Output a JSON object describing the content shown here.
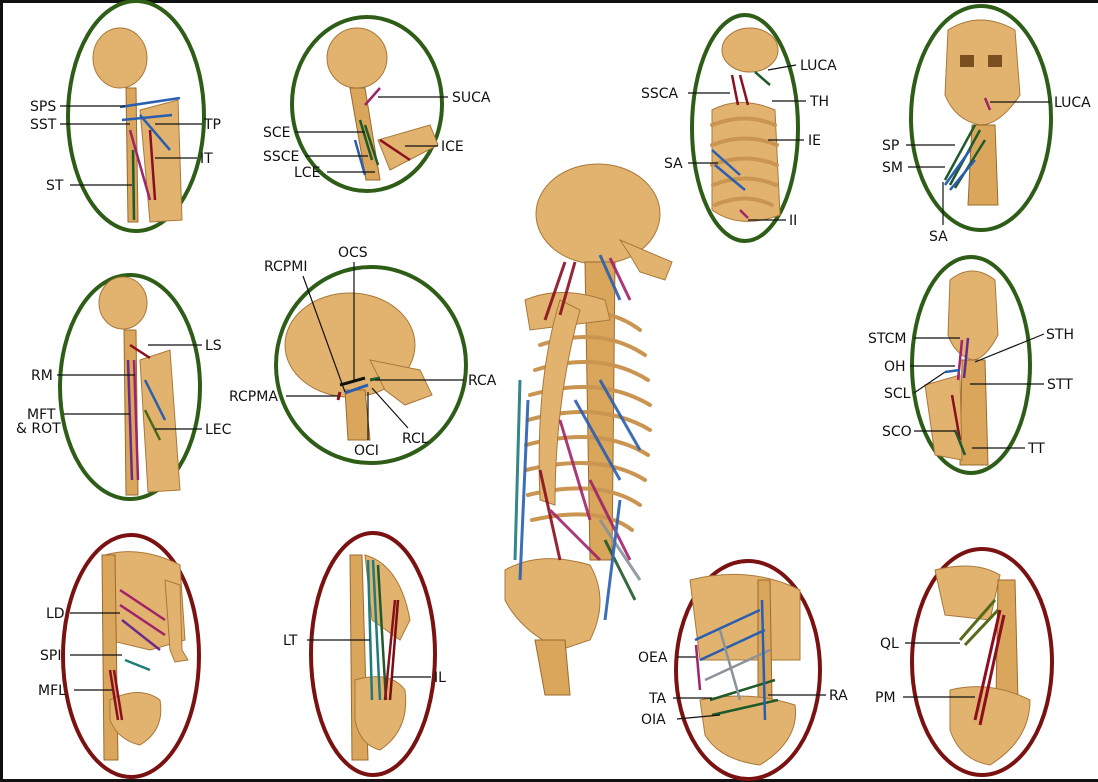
{
  "colors": {
    "panel_green": "#2e5d17",
    "panel_red": "#7a1212",
    "bone": "#e2b36f",
    "muscle_blue": "#2a5fb0",
    "muscle_magenta": "#a0246a",
    "muscle_red": "#8b0f1f",
    "muscle_green": "#1f5a2a",
    "muscle_teal": "#1f7a7a",
    "muscle_gray": "#8a929a",
    "muscle_purple": "#6a2a8a"
  },
  "panels": {
    "back_neck": {
      "labels": [
        "SPS",
        "SST",
        "TP",
        "IT",
        "ST"
      ]
    },
    "cervical_side": {
      "labels": [
        "SUCA",
        "SCE",
        "SSCE",
        "ICE",
        "LCE"
      ]
    },
    "thorax_side": {
      "labels": [
        "LUCA",
        "SSCA",
        "TH",
        "IE",
        "SA",
        "II"
      ]
    },
    "front_neck": {
      "labels": [
        "LUCA",
        "SP",
        "SM",
        "SA"
      ]
    },
    "spine_back": {
      "labels": [
        "LS",
        "RM",
        "MFT",
        "& ROT",
        "LEC"
      ]
    },
    "suboccipital": {
      "labels": [
        "OCS",
        "RCPMI",
        "RCA",
        "RCPMA",
        "RCL",
        "OCI"
      ]
    },
    "anterior_neck": {
      "labels": [
        "STCM",
        "STH",
        "OH",
        "STT",
        "SCL",
        "SCO",
        "TT"
      ]
    },
    "lumbar_back": {
      "labels": [
        "LD",
        "SPI",
        "MFL"
      ]
    },
    "lumbar_side": {
      "labels": [
        "LT",
        "IL"
      ]
    },
    "abdominal": {
      "labels": [
        "OEA",
        "TA",
        "RA",
        "OIA"
      ]
    },
    "psoas": {
      "labels": [
        "QL",
        "PM"
      ]
    }
  }
}
